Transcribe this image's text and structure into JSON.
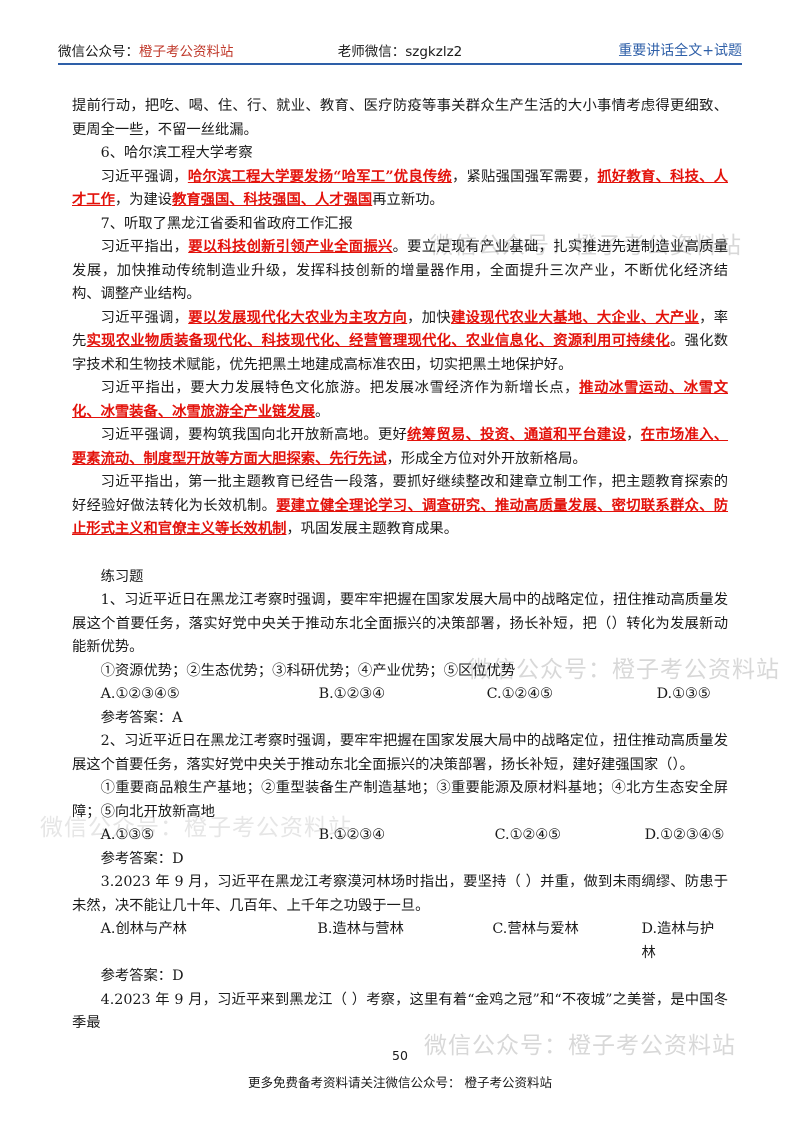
{
  "header": {
    "left_label": "微信公众号：",
    "left_name": "橙子考公资料站",
    "center": "老师微信：szgkzlz2",
    "right": "重要讲话全文+试题"
  },
  "body": {
    "p1": "提前行动，把吃、喝、住、行、就业、教育、医疗防疫等事关群众生产生活的大小事情考虑得更细致、更周全一些，不留一丝纰漏。",
    "h6": "6、哈尔滨工程大学考察",
    "p2": {
      "a": "习近平强调，",
      "b": "哈尔滨工程大学要发扬“哈军工”优良传统",
      "c": "，紧贴强国强军需要，",
      "d": "抓好教育、科技、人才工作",
      "e": "，为建设",
      "f": "教育强国、科技强国、人才强国",
      "g": "再立新功。"
    },
    "h7": "7、听取了黑龙江省委和省政府工作汇报",
    "p3": {
      "a": "习近平指出，",
      "b": "要以科技创新引领产业全面振兴",
      "c": "。要立足现有产业基础，扎实推进先进制造业高质量发展，加快推动传统制造业升级，发挥科技创新的增量器作用，全面提升三次产业，不断优化经济结构、调整产业结构。"
    },
    "p4": {
      "a": "习近平强调，",
      "b": "要以发展现代化大农业为主攻方向",
      "c": "，加快",
      "d": "建设现代农业大基地、大企业、大产业",
      "e": "，率先",
      "f": "实现农业物质装备现代化、科技现代化、经营管理现代化、农业信息化、资源利用可持续化",
      "g": "。强化数字技术和生物技术赋能，优先把黑土地建成高标准农田，切实把黑土地保护好。"
    },
    "p5": {
      "a": "习近平指出，要大力发展特色文化旅游。把发展冰雪经济作为新增长点，",
      "b": "推动冰雪运动、冰雪文化、冰雪装备、冰雪旅游全产业链发展",
      "c": "。"
    },
    "p6": {
      "a": "习近平强调，要构筑我国向北开放新高地。更好",
      "b": "统筹贸易、投资、通道和平台建设",
      "c": "，",
      "d": "在市场准入、要素流动、制度型开放等方面大胆探索、先行先试",
      "e": "，形成全方位对外开放新格局。"
    },
    "p7": {
      "a": "习近平指出，第一批主题教育已经告一段落，要抓好继续整改和建章立制工作，把主题教育探索的好经验好做法转化为长效机制。",
      "b": "要建立健全理论学习、调查研究、推动高质量发展、密切联系群众、防止形式主义和官僚主义等长效机制",
      "c": "，巩固发展主题教育成果。"
    }
  },
  "exercise": {
    "title": "练习题",
    "q1": {
      "stem": "1、习近平近日在黑龙江考察时强调，要牢牢把握在国家发展大局中的战略定位，扭住推动高质量发展这个首要任务，落实好党中央关于推动东北全面振兴的决策部署，扬长补短，把（）转化为发展新动能新优势。",
      "items": "①资源优势；②生态优势；③科研优势；④产业优势；⑤区位优势",
      "options": [
        "A.①②③④⑤",
        "B.①②③④",
        "C.①②④⑤",
        "D.①③⑤"
      ],
      "answer": "参考答案：A"
    },
    "q2": {
      "stem": "2、习近平近日在黑龙江考察时强调，要牢牢把握在国家发展大局中的战略定位，扭住推动高质量发展这个首要任务，落实好党中央关于推动东北全面振兴的决策部署，扬长补短，建好建强国家（）。",
      "items": "①重要商品粮生产基地；②重型装备生产制造基地；③重要能源及原材料基地；④北方生态安全屏障；⑤向北开放新高地",
      "options": [
        "A.①③⑤",
        "B.①②③④",
        "C.①②④⑤",
        "D.①②③④⑤"
      ],
      "answer": "参考答案：D"
    },
    "q3": {
      "stem": "3.2023 年 9 月，习近平在黑龙江考察漠河林场时指出，要坚持（ ）并重，做到未雨绸缪、防患于未然，决不能让几十年、几百年、上千年之功毁于一旦。",
      "options": [
        "A.创林与产林",
        "B.造林与营林",
        "C.营林与爱林",
        "D.造林与护林"
      ],
      "answer": "参考答案：D"
    },
    "q4": {
      "stem": "4.2023 年 9 月，习近平来到黑龙江（ ）考察，这里有着“金鸡之冠”和“不夜城”之美誉，是中国冬季最"
    }
  },
  "watermarks": [
    "微信公众号：橙子考公资料站",
    "微信公众号：橙子考公资料站",
    "微信公众号：橙子考公资料站",
    "微信公众号：橙子考公资料站"
  ],
  "page_number": "50",
  "footer": "更多免费备考资料请关注微信公众号：  橙子考公资料站"
}
